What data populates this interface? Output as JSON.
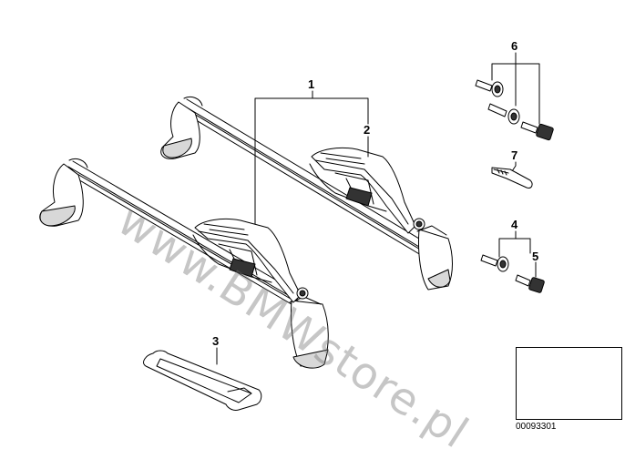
{
  "callouts": {
    "c1": "1",
    "c2": "2",
    "c3": "3",
    "c4": "4",
    "c5": "5",
    "c6": "6",
    "c7": "7"
  },
  "watermark": "www.BMWstore.pl",
  "inset_number": "00093301",
  "colors": {
    "line": "#000000",
    "watermark": "#8a8a8a",
    "shade": "#333333",
    "light_shade": "#d8d8d8"
  }
}
